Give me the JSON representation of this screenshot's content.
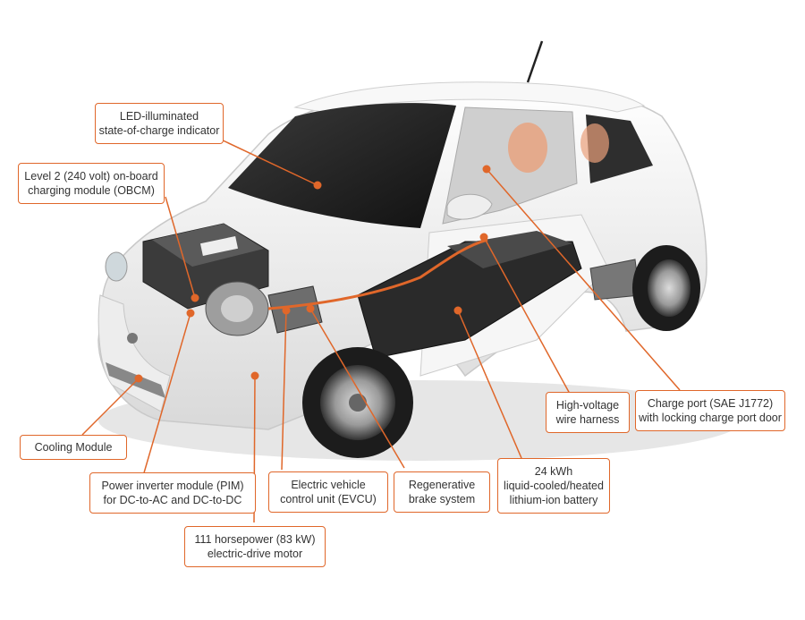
{
  "accent_color": "#e0672a",
  "car_body_color": "#f2f2f2",
  "callouts": [
    {
      "id": "led-indicator",
      "lines": [
        "LED-illuminated",
        "state-of-charge indicator"
      ]
    },
    {
      "id": "obcm",
      "lines": [
        "Level 2 (240 volt) on-board",
        "charging module (OBCM)"
      ]
    },
    {
      "id": "cooling",
      "lines": [
        "Cooling Module"
      ]
    },
    {
      "id": "pim",
      "lines": [
        "Power inverter module (PIM)",
        "for DC-to-AC and DC-to-DC"
      ]
    },
    {
      "id": "motor",
      "lines": [
        "111 horsepower (83 kW)",
        "electric-drive motor"
      ]
    },
    {
      "id": "evcu",
      "lines": [
        "Electric vehicle",
        "control unit (EVCU)"
      ]
    },
    {
      "id": "regen",
      "lines": [
        "Regenerative",
        "brake system"
      ]
    },
    {
      "id": "battery",
      "lines": [
        "24 kWh",
        "liquid-cooled/heated",
        "lithium-ion battery"
      ]
    },
    {
      "id": "harness",
      "lines": [
        "High-voltage",
        "wire harness"
      ]
    },
    {
      "id": "charge-port",
      "lines": [
        "Charge port (SAE J1772)",
        "with locking charge port door"
      ]
    }
  ]
}
